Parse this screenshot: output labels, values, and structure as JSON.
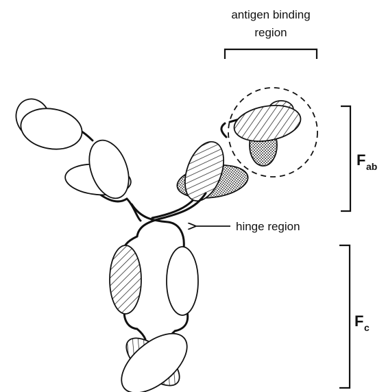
{
  "labels": {
    "antigen_binding_line1": "antigen binding",
    "antigen_binding_line2": "region",
    "hinge": "hinge region",
    "fab_main": "F",
    "fab_sub": "ab",
    "fc_main": "F",
    "fc_sub": "c"
  },
  "colors": {
    "ink": "#111111",
    "background": "#ffffff"
  }
}
